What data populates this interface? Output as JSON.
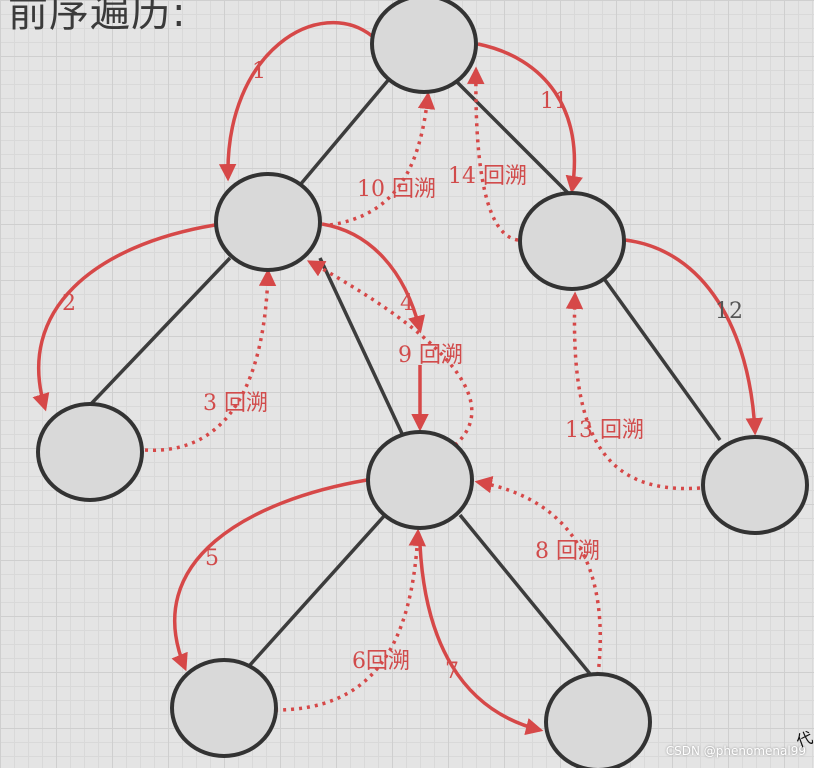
{
  "title": "前序遍历:",
  "colors": {
    "edge": "#3c3c3c",
    "arrow": "#d64848",
    "node_fill": "#d9d9d9",
    "node_stroke": "#333333"
  },
  "nodes": [
    "root",
    "left",
    "right",
    "left-left",
    "left-right",
    "right-right",
    "lr-left",
    "lr-right"
  ],
  "labels": {
    "l1": "1",
    "l2": "2",
    "l3": "3 回溯",
    "l4": "4",
    "l5": "5",
    "l6": "6回溯",
    "l7": "7",
    "l8": "8 回溯",
    "l9": "9 回溯",
    "l10": "10 回溯",
    "l11": "11",
    "l12": "12",
    "l13": "13 回溯",
    "l14": "14 回溯"
  },
  "watermark": "CSDN @phenomenal99",
  "corner_text": "代"
}
